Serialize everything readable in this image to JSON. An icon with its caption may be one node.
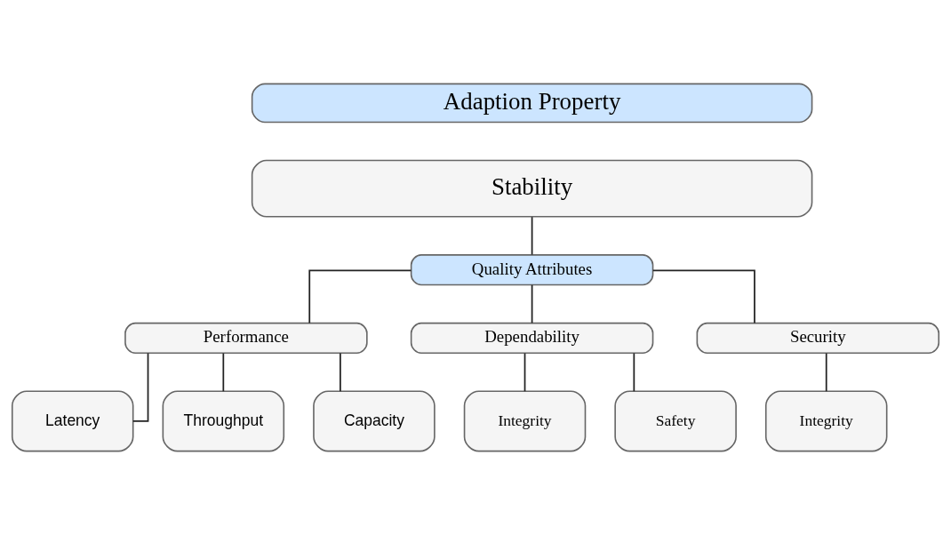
{
  "diagram": {
    "nodes": [
      {
        "text": [
          "Adaption Property"
        ]
      },
      {
        "text": [
          "Stability"
        ]
      },
      {
        "text": [
          "Quality Attributes"
        ]
      },
      {
        "text": [
          "Performance"
        ]
      },
      {
        "text": [
          "Dependability"
        ]
      },
      {
        "text": [
          "Security"
        ]
      },
      {
        "text": [
          "Latency"
        ]
      },
      {
        "text": [
          "Throughput"
        ]
      },
      {
        "text": [
          "Capacity"
        ]
      },
      {
        "text": [
          "Integrity"
        ]
      },
      {
        "text": [
          "Safety"
        ]
      },
      {
        "text": [
          "Integrity"
        ]
      }
    ],
    "edges": [
      {
        "from": 1,
        "to": 2,
        "arrow": "none"
      },
      {
        "from": 2,
        "to": 3,
        "arrow": "none"
      },
      {
        "from": 2,
        "to": 4,
        "arrow": "none"
      },
      {
        "from": 2,
        "to": 5,
        "arrow": "none"
      },
      {
        "from": 3,
        "to": 6,
        "arrow": "none"
      },
      {
        "from": 3,
        "to": 7,
        "arrow": "none"
      },
      {
        "from": 3,
        "to": 8,
        "arrow": "none"
      },
      {
        "from": 4,
        "to": 9,
        "arrow": "none"
      },
      {
        "from": 4,
        "to": 10,
        "arrow": "none"
      },
      {
        "from": 5,
        "to": 11,
        "arrow": "none"
      }
    ]
  }
}
